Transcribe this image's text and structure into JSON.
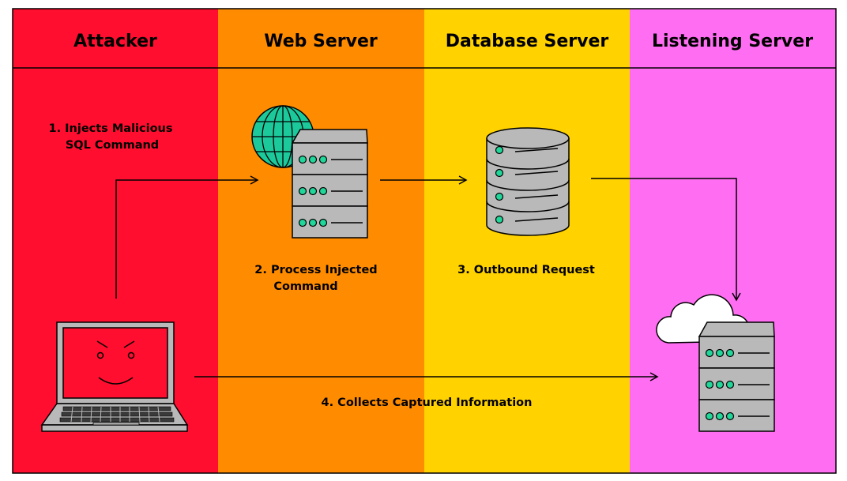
{
  "lanes": [
    {
      "title": "Attacker",
      "color": "#FF0E2F"
    },
    {
      "title": "Web Server",
      "color": "#FF8C00"
    },
    {
      "title": "Database Server",
      "color": "#FFD200"
    },
    {
      "title": "Listening Server",
      "color": "#FF6EF2"
    }
  ],
  "steps": {
    "s1": {
      "line1": "1. Injects Malicious",
      "line2": "SQL Command"
    },
    "s2": {
      "line1": "2. Process Injected",
      "line2": "Command"
    },
    "s3": {
      "line1": "3. Outbound Request"
    },
    "s4": {
      "line1": "4. Collects Captured Information"
    }
  },
  "icons": [
    "laptop-icon",
    "globe-icon",
    "web-server-icon",
    "database-icon",
    "cloud-icon",
    "listening-server-icon"
  ],
  "colors": {
    "server_gray": "#B9B9B9",
    "led_green": "#20D69A",
    "globe_green": "#1CC99B",
    "laptop_screen": "#FF0E2F",
    "outline": "#000000"
  }
}
